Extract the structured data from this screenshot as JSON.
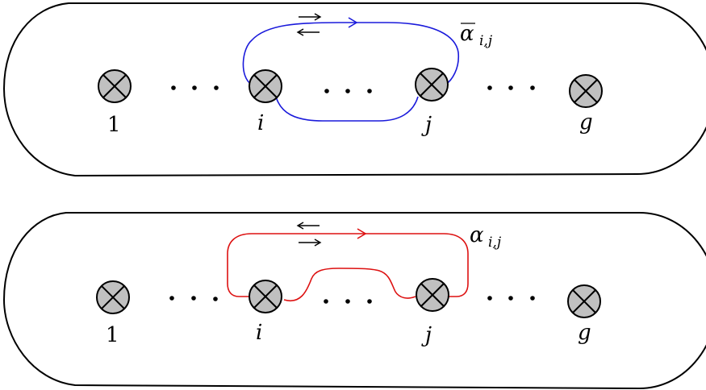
{
  "colors": {
    "outline": "#000000",
    "crosscap_fill": "#c0c0c0",
    "curve_top": "#0000cc",
    "curve_bottom": "#dd0000",
    "text": "#000000"
  },
  "icons": {
    "crosscap": "circle-with-x-icon",
    "arrow_right": "arrow-right-icon",
    "arrow_left": "arrow-left-icon",
    "ellipsis": "ellipsis-dots"
  },
  "panels": [
    {
      "curve_label_main": "ᾱ",
      "curve_label_main_plain": "α",
      "curve_label_sub": "i,j",
      "labels": [
        "1",
        "i",
        "j",
        "g"
      ]
    },
    {
      "curve_label_main": "α",
      "curve_label_sub": "i,j",
      "labels": [
        "1",
        "i",
        "j",
        "g"
      ]
    }
  ]
}
